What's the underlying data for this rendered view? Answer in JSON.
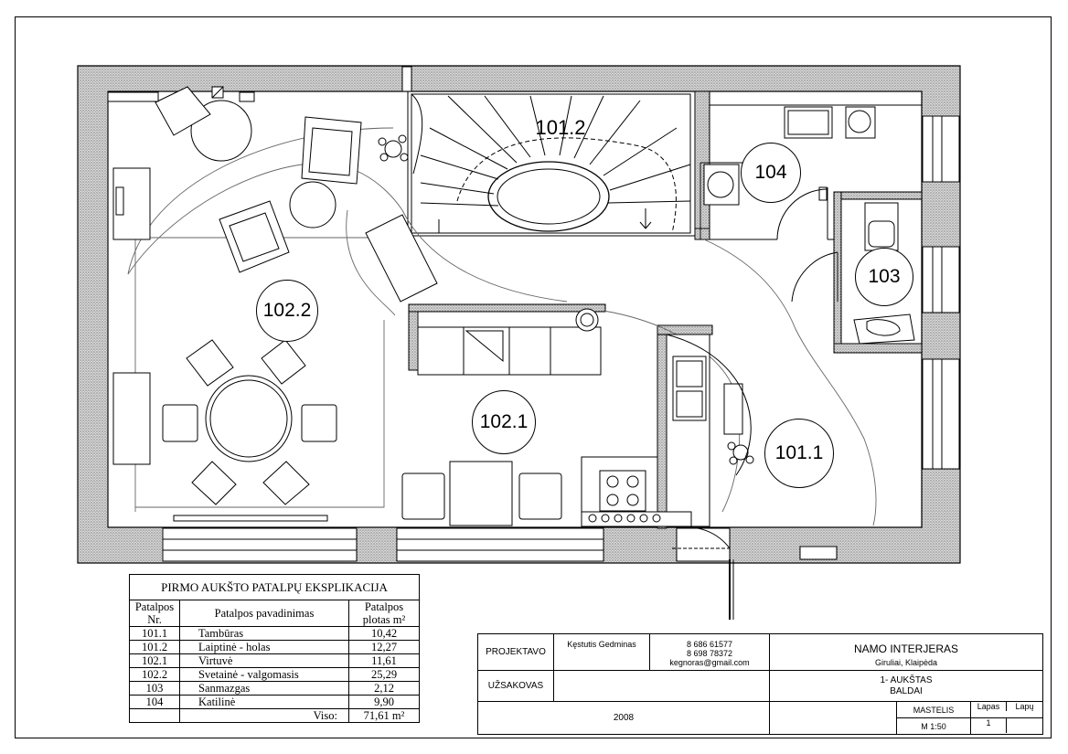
{
  "rooms": {
    "r1011": "101.1",
    "r1012": "101.2",
    "r1021": "102.1",
    "r1022": "102.2",
    "r103": "103",
    "r104": "104"
  },
  "explication": {
    "title": "PIRMO AUKŠTO PATALPŲ EKSPLIKACIJA",
    "headers": {
      "nr": [
        "Patalpos",
        "Nr."
      ],
      "name": "Patalpos pavadinimas",
      "area": [
        "Patalpos",
        "plotas m²"
      ]
    },
    "rows": [
      {
        "nr": "101.1",
        "name": "Tambūras",
        "area": "10,42"
      },
      {
        "nr": "101.2",
        "name": "Laiptinė - holas",
        "area": "12,27"
      },
      {
        "nr": "102.1",
        "name": "Virtuvė",
        "area": "11,61"
      },
      {
        "nr": "102.2",
        "name": "Svetainė - valgomasis",
        "area": "25,29"
      },
      {
        "nr": "103",
        "name": "Sanmazgas",
        "area": "2,12"
      },
      {
        "nr": "104",
        "name": "Katilinė",
        "area": "9,90"
      }
    ],
    "total_label": "Viso:",
    "total_value": "71,61 m²"
  },
  "titleblock": {
    "projektavo": "PROJEKTAVO",
    "designer": "Kęstutis Gedminas",
    "phone1": "8 686 61577",
    "phone2": "8 698 78372",
    "email": "kegnoras@gmail.com",
    "project_title": "NAMO INTERJERAS",
    "location": "Giruliai, Klaipėda",
    "uzsakovas": "UŽSAKOVAS",
    "floor": "1- AUKŠTAS",
    "sheet_title": "BALDAI",
    "year": "2008",
    "mastelis_label": "MASTELIS",
    "lapas_label": "Lapas",
    "lapu_label": "Lapų",
    "scale": "M 1:50",
    "sheet_no": "1",
    "sheets_total": ""
  }
}
